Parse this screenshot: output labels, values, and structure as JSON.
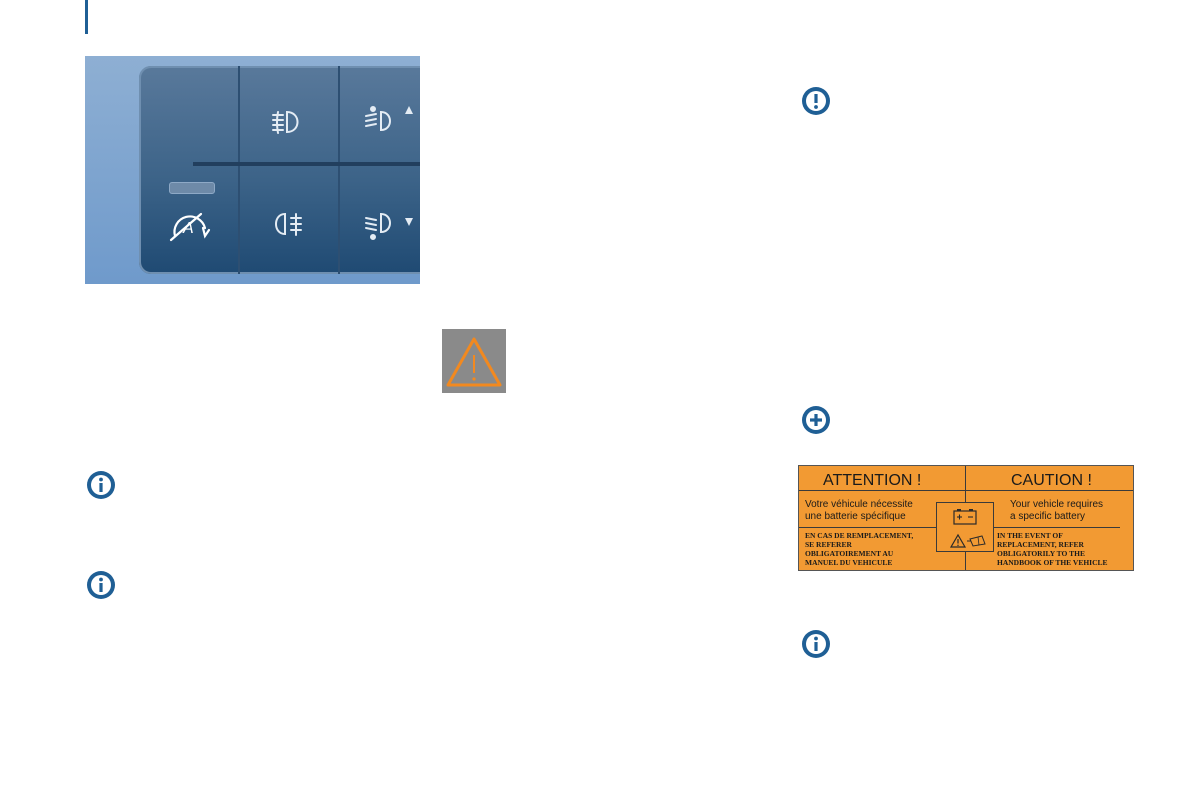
{
  "colors": {
    "accent_blue": "#1f5f95",
    "warning_orange": "#f2891f",
    "label_orange": "#f29a33",
    "panel_blue": "#3c6388"
  },
  "switch_panel": {
    "buttons": [
      {
        "name": "blank-switch"
      },
      {
        "name": "front-fog-lamp-icon"
      },
      {
        "name": "headlamp-height-up-icon"
      },
      {
        "name": "auto-lighting-icon"
      },
      {
        "name": "rear-fog-lamp-icon"
      },
      {
        "name": "headlamp-height-down-icon"
      }
    ]
  },
  "battery_label": {
    "left": {
      "title": "ATTENTION !",
      "line1": "Votre   véhicule   nécessite",
      "line2": "une batterie spécifique",
      "caps": [
        "EN CAS DE REMPLACEMENT,",
        "SE REFERER",
        "OBLIGATOIREMENT AU",
        "MANUEL DU VEHICULE"
      ]
    },
    "right": {
      "title": "CAUTION !",
      "line1": "Your vehicle requires",
      "line2": "a specific battery",
      "caps": [
        "IN THE EVENT OF",
        "REPLACEMENT, REFER",
        "OBLIGATORILY TO THE",
        "HANDBOOK OF THE VEHICLE"
      ]
    }
  },
  "badges": [
    {
      "name": "info-icon"
    },
    {
      "name": "info-icon"
    },
    {
      "name": "exclamation-icon"
    },
    {
      "name": "plus-icon"
    },
    {
      "name": "info-icon"
    }
  ]
}
